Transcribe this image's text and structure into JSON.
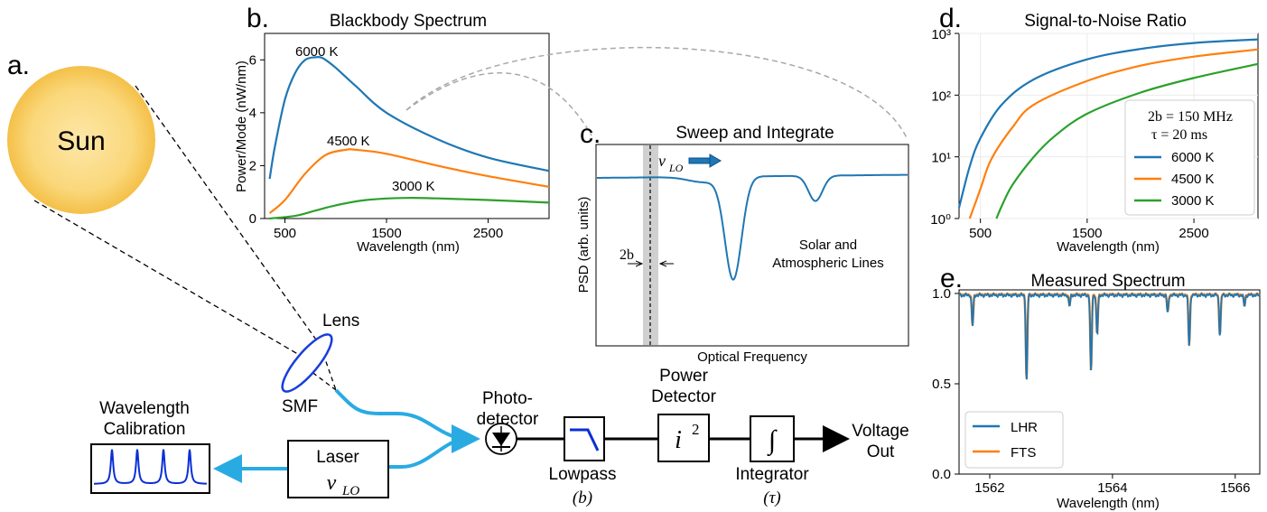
{
  "colors": {
    "blue": "#1f77b4",
    "orange": "#ff7f0e",
    "green": "#2ca02c",
    "cyan": "#29abe2",
    "sun": "#f7c84a",
    "dark_blue": "#0a2fd6",
    "gray": "#a8a8a8"
  },
  "panel_a": {
    "letter": "a.",
    "sun_label": "Sun",
    "lens_label": "Lens",
    "smf_label": "SMF",
    "calibration_label_1": "Wavelength",
    "calibration_label_2": "Calibration",
    "laser_label": "Laser",
    "laser_symbol": "ν",
    "laser_sub": "LO",
    "photodetector_label_1": "Photo-",
    "photodetector_label_2": "detector",
    "lowpass_label": "Lowpass",
    "lowpass_param": "(b)",
    "power_detector_label_1": "Power",
    "power_detector_label_2": "Detector",
    "power_detector_symbol": "i",
    "power_detector_exp": "2",
    "integrator_symbol": "∫",
    "integrator_label": "Integrator",
    "integrator_param": "(τ)",
    "output_label_1": "Voltage",
    "output_label_2": "Out"
  },
  "panel_c": {
    "letter": "c.",
    "title": "Sweep and Integrate",
    "ylabel": "PSD (arb. units)",
    "xlabel": "Optical Frequency",
    "lo_symbol": "ν",
    "lo_sub": "LO",
    "bw_label": "2b",
    "lines_label_1": "Solar and",
    "lines_label_2": "Atmospheric Lines"
  },
  "chart_data": [
    {
      "panel": "b.",
      "type": "line",
      "title": "Blackbody Spectrum",
      "xlabel": "Wavelength (nm)",
      "ylabel": "Power/Mode (nW/nm)",
      "xlim": [
        300,
        3100
      ],
      "ylim": [
        0,
        7
      ],
      "xticks": [
        500,
        1500,
        2500
      ],
      "yticks": [
        0,
        2,
        4,
        6
      ],
      "series": [
        {
          "name": "6000 K",
          "x": [
            350,
            400,
            500,
            600,
            700,
            800,
            850,
            900,
            1000,
            1200,
            1500,
            2000,
            2500,
            3100
          ],
          "values": [
            1.5,
            2.7,
            4.5,
            5.5,
            6.0,
            6.1,
            6.1,
            6.0,
            5.7,
            5.0,
            4.0,
            3.0,
            2.3,
            1.8
          ]
        },
        {
          "name": "4500 K",
          "x": [
            350,
            500,
            700,
            900,
            1100,
            1200,
            1500,
            2000,
            2500,
            3100
          ],
          "values": [
            0.2,
            0.7,
            1.7,
            2.4,
            2.6,
            2.6,
            2.45,
            2.0,
            1.6,
            1.2
          ]
        },
        {
          "name": "3000 K",
          "x": [
            350,
            600,
            800,
            1000,
            1300,
            1700,
            2000,
            2500,
            3100
          ],
          "values": [
            0.0,
            0.1,
            0.3,
            0.5,
            0.7,
            0.78,
            0.76,
            0.7,
            0.6
          ]
        }
      ]
    },
    {
      "panel": "d.",
      "type": "line",
      "title": "Signal-to-Noise Ratio",
      "xlabel": "Wavelength (nm)",
      "ylabel": "",
      "xlim": [
        300,
        3100
      ],
      "ylim": [
        1,
        1000
      ],
      "yscale": "log",
      "xticks": [
        500,
        1500,
        2500
      ],
      "yticks": [
        "10⁰",
        "10¹",
        "10²",
        "10³"
      ],
      "legend_title_1": "2b = 150 MHz",
      "legend_title_2": "τ = 20 ms",
      "legend": "right",
      "series": [
        {
          "name": "6000 K",
          "x": [
            300,
            400,
            500,
            700,
            1000,
            1500,
            2000,
            2500,
            3100
          ],
          "values": [
            1.5,
            7,
            20,
            70,
            180,
            380,
            560,
            700,
            800
          ]
        },
        {
          "name": "4500 K",
          "x": [
            400,
            500,
            600,
            800,
            1000,
            1500,
            2000,
            2500,
            3100
          ],
          "values": [
            1,
            3,
            9,
            30,
            70,
            170,
            300,
            420,
            550
          ]
        },
        {
          "name": "3000 K",
          "x": [
            650,
            700,
            800,
            1000,
            1200,
            1500,
            2000,
            2500,
            3100
          ],
          "values": [
            1,
            1.6,
            3.5,
            10,
            22,
            50,
            110,
            190,
            320
          ]
        }
      ]
    },
    {
      "panel": "e.",
      "type": "line",
      "title": "Measured Spectrum",
      "xlabel": "Wavelength (nm)",
      "ylabel": "",
      "xlim": [
        1561.5,
        1566.4
      ],
      "ylim": [
        0,
        1.02
      ],
      "xticks": [
        1562,
        1564,
        1566
      ],
      "yticks": [
        "0.0",
        "0.5",
        "1.0"
      ],
      "legend": "lower left",
      "series": [
        {
          "name": "LHR"
        },
        {
          "name": "FTS"
        }
      ],
      "absorption_lines": [
        {
          "center": 1561.72,
          "depth": 0.17
        },
        {
          "center": 1562.6,
          "depth": 0.48
        },
        {
          "center": 1563.3,
          "depth": 0.06
        },
        {
          "center": 1563.65,
          "depth": 0.43
        },
        {
          "center": 1563.75,
          "depth": 0.22
        },
        {
          "center": 1564.9,
          "depth": 0.1
        },
        {
          "center": 1565.25,
          "depth": 0.28
        },
        {
          "center": 1565.75,
          "depth": 0.22
        },
        {
          "center": 1566.15,
          "depth": 0.06
        }
      ]
    }
  ]
}
